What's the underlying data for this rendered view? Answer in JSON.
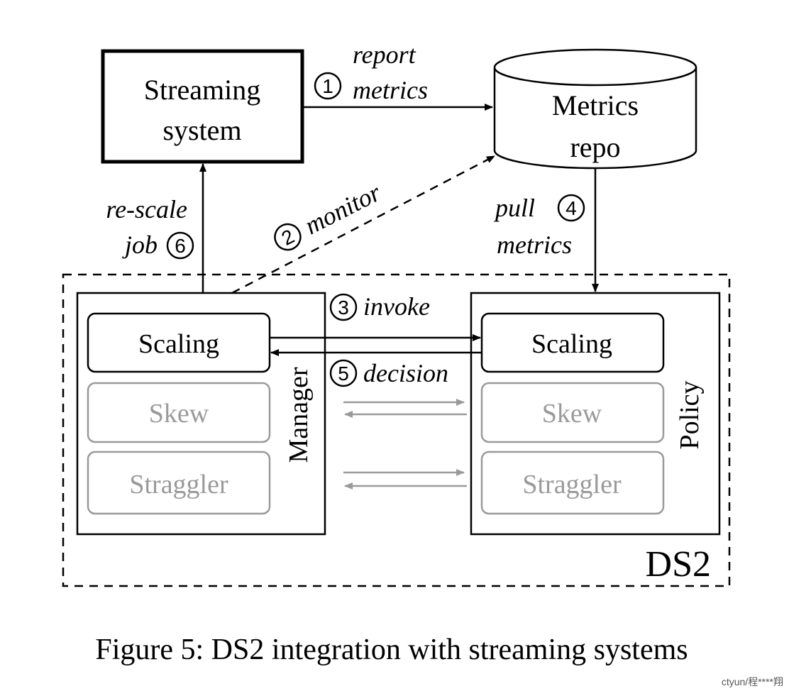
{
  "diagram": {
    "nodes": {
      "streaming_system": [
        "Streaming",
        "system"
      ],
      "metrics_repo": [
        "Metrics",
        "repo"
      ],
      "manager": {
        "title": "Manager",
        "modules": [
          "Scaling",
          "Skew",
          "Straggler"
        ]
      },
      "policy": {
        "title": "Policy",
        "modules": [
          "Scaling",
          "Skew",
          "Straggler"
        ]
      },
      "ds2_label": "DS2"
    },
    "edges": {
      "step1": {
        "number": "1",
        "label": [
          "report",
          "metrics"
        ]
      },
      "step2": {
        "number": "2",
        "label": "monitor"
      },
      "step3": {
        "number": "3",
        "label": "invoke"
      },
      "step4": {
        "number": "4",
        "label": [
          "pull",
          "metrics"
        ]
      },
      "step5": {
        "number": "5",
        "label": "decision"
      },
      "step6": {
        "number": "6",
        "label": [
          "re-scale",
          "job"
        ]
      }
    },
    "colors": {
      "active": "#000000",
      "inactive": "#9a9a9a"
    }
  },
  "caption": "Figure 5: DS2 integration with streaming systems",
  "watermark": "ctyun/程****翔"
}
